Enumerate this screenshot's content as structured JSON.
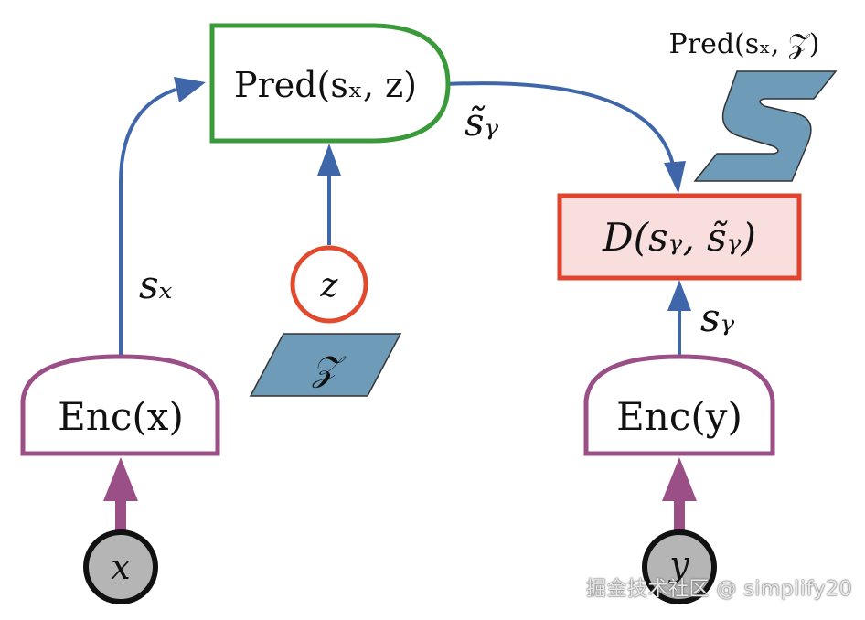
{
  "nodes": {
    "pred": {
      "label": "Pred(sₓ, z)"
    },
    "d": {
      "label": "D(sᵧ, s̃ᵧ)"
    },
    "enc_x": {
      "label": "Enc(x)"
    },
    "enc_y": {
      "label": "Enc(y)"
    },
    "z": {
      "label": "z"
    },
    "z_set": {
      "label": "𝒵"
    },
    "x": {
      "label": "x"
    },
    "y": {
      "label": "y"
    }
  },
  "edge_labels": {
    "sx": "sₓ",
    "sy": "sᵧ",
    "sy_tilde": "s̃ᵧ"
  },
  "annotation": {
    "label": "Pred(sₓ, 𝒵)"
  },
  "watermark": "掘金技术社区 @ simplify20",
  "colors": {
    "arrow_blue": "#3e66a8",
    "encoder_purple": "#9a4f86",
    "predictor_green": "#3a9a3a",
    "energy_red": "#e0432e",
    "energy_fill": "#f9dede",
    "latent_red": "#e24a2e",
    "set_fill": "#6d9bb8",
    "input_fill": "#b5b5b5"
  }
}
